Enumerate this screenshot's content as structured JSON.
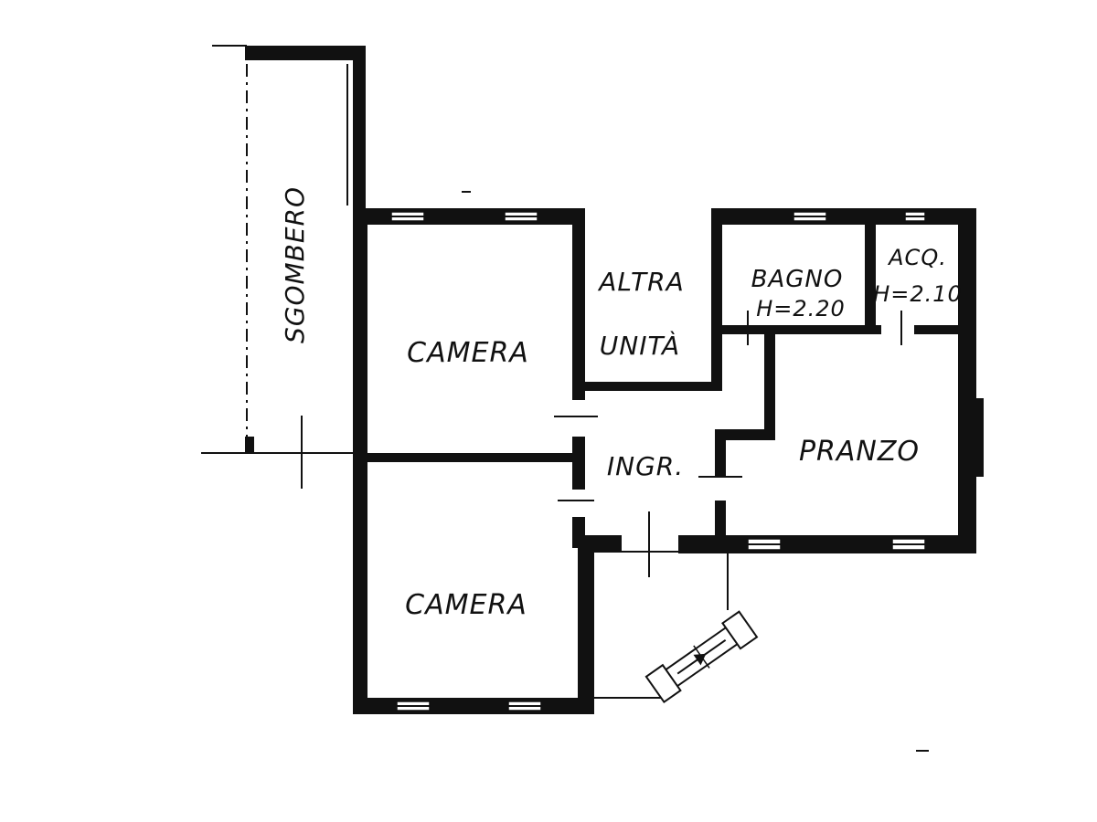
{
  "rooms": {
    "sgombero": "SGOMBERO",
    "camera_top": "CAMERA",
    "camera_bottom": "CAMERA",
    "altra_unita_line1": "ALTRA",
    "altra_unita_line2": "UNITÀ",
    "bagno": "BAGNO",
    "bagno_height": "H=2.20",
    "acq": "ACQ.",
    "acq_height": "H=2.10",
    "ingresso": "INGR.",
    "pranzo": "PRANZO"
  },
  "colors": {
    "ink": "#111111",
    "paper": "#ffffff"
  }
}
